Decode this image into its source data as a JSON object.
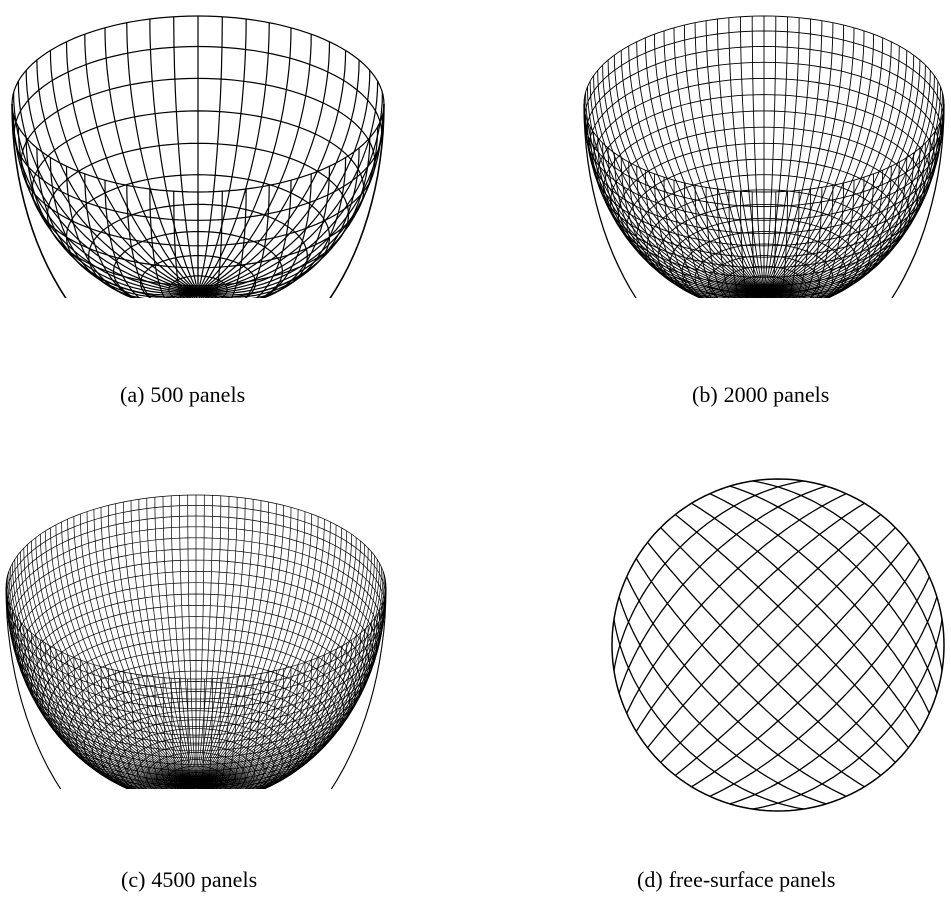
{
  "figure": {
    "panels": [
      {
        "id": "a",
        "tag": "(a)",
        "caption": "500 panels",
        "mesh_kind": "hemisphere",
        "lat_rings": 10,
        "lon_lines": 48
      },
      {
        "id": "b",
        "tag": "(b)",
        "caption": "2000 panels",
        "mesh_kind": "hemisphere",
        "lat_rings": 20,
        "lon_lines": 96
      },
      {
        "id": "c",
        "tag": "(c)",
        "caption": "4500 panels",
        "mesh_kind": "hemisphere",
        "lat_rings": 30,
        "lon_lines": 144
      },
      {
        "id": "d",
        "tag": "(d)",
        "caption": "free-surface panels",
        "mesh_kind": "disk",
        "grid_lines": 12
      }
    ],
    "line_color": "#000000"
  }
}
